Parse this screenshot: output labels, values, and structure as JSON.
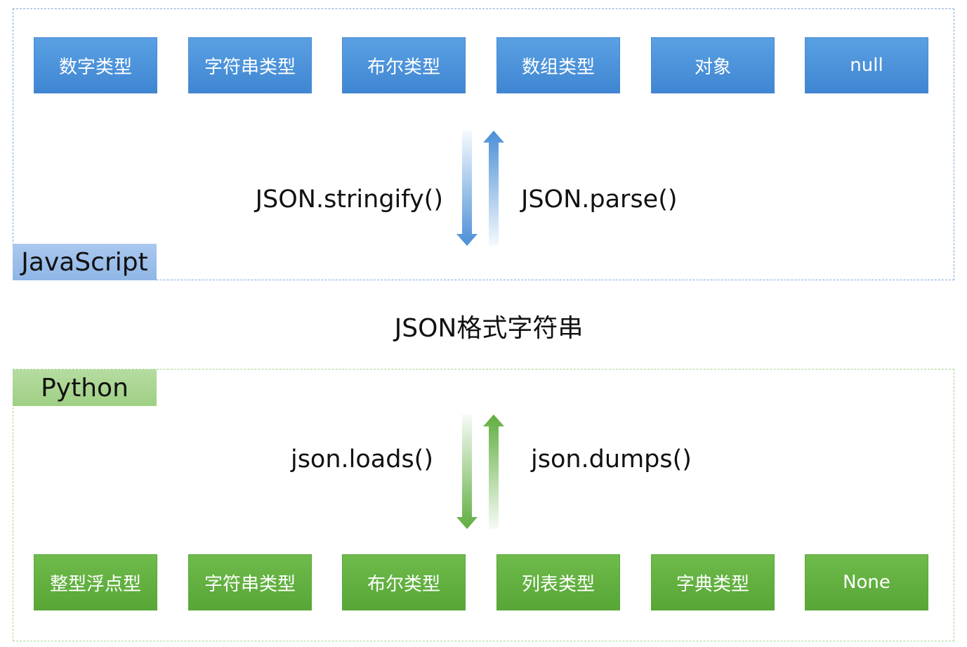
{
  "javascript": {
    "label": "JavaScript",
    "types": [
      "数字类型",
      "字符串类型",
      "布尔类型",
      "数组类型",
      "对象",
      "null"
    ],
    "to_json": "JSON.stringify()",
    "from_json": "JSON.parse()"
  },
  "middle": {
    "title": "JSON格式字符串"
  },
  "python": {
    "label": "Python",
    "types": [
      "整型浮点型",
      "字符串类型",
      "布尔类型",
      "列表类型",
      "字典类型",
      "None"
    ],
    "from_json": "json.loads()",
    "to_json": "json.dumps()"
  },
  "colors": {
    "js_accent": "#4a8fd8",
    "py_accent": "#5fae3f"
  }
}
